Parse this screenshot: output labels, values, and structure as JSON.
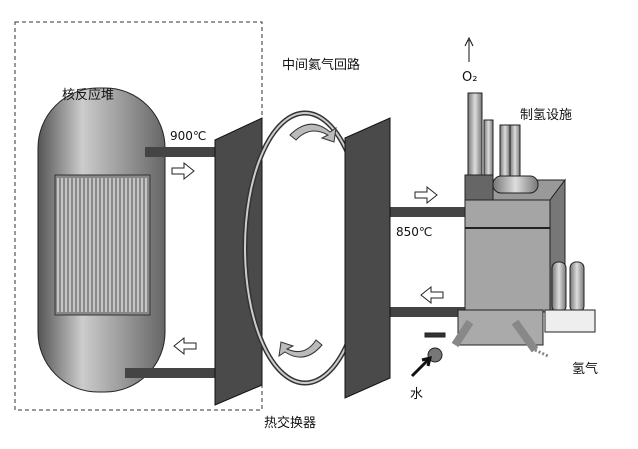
{
  "labels": {
    "reactor": "核反应堆",
    "loop": "中间氦气回路",
    "temp_hot": "900℃",
    "temp_out": "850℃",
    "oxygen": "O₂",
    "facility": "制氢设施",
    "hydrogen": "氢气",
    "water": "水",
    "heat_exchanger": "热交换器"
  }
}
